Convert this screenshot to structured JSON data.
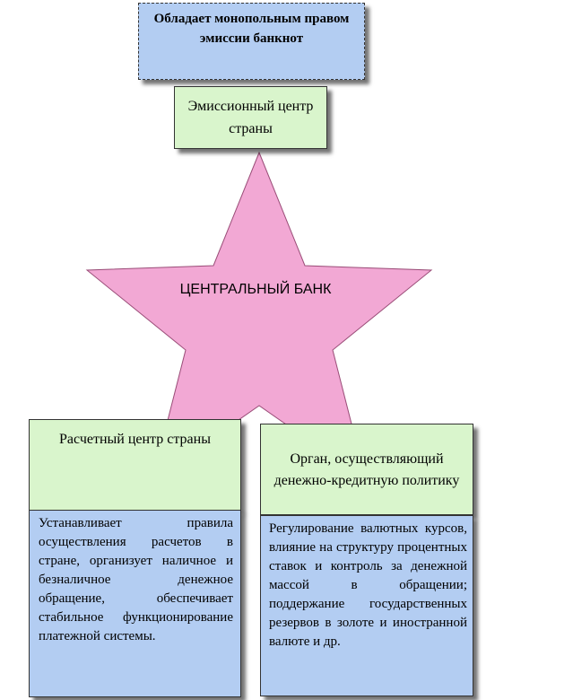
{
  "top_box": {
    "text": "Обладает монопольным правом эмиссии банкнот"
  },
  "emission_box": {
    "text": "Эмиссионный центр страны"
  },
  "star": {
    "label": "ЦЕНТРАЛЬНЫЙ БАНК",
    "fill": "#f2a8d4",
    "stroke": "#9a4d78"
  },
  "left": {
    "title": "Расчетный центр страны",
    "body": "Устанавливает правила осуществления расчетов в стране, организует наличное и безналичное денежное обращение, обеспечивает стабильное функционирование платежной системы."
  },
  "right": {
    "title": "Орган, осуществляющий денежно-кредитную политику",
    "body": "Регулирование валютных курсов, влияние на структуру процентных ставок и контроль за денежной массой в обращении; поддержание государственных резервов в золоте и иностранной валюте и др."
  },
  "colors": {
    "blue_box": "#b3cdf2",
    "green_box": "#d9f5cc"
  }
}
